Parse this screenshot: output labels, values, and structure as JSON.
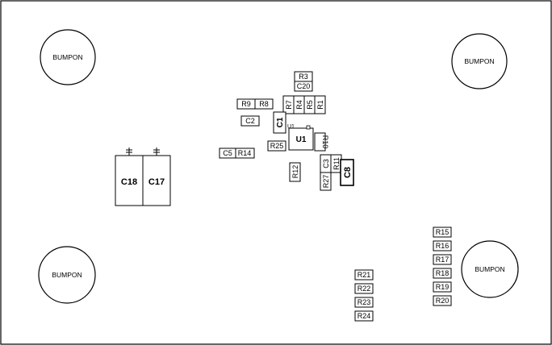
{
  "bumpons": {
    "top_left": "BUMPON",
    "top_right": "BUMPON",
    "bottom_left": "BUMPON",
    "bottom_right": "BUMPON"
  },
  "components": {
    "R3": "R3",
    "C20": "C20",
    "R9": "R9",
    "R8": "R8",
    "R7": "R7",
    "R4": "R4",
    "R5": "R5",
    "R1": "R1",
    "C2": "C2",
    "C1": "C1",
    "U1_ref": "U1",
    "U1": "U1",
    "R25": "R25",
    "R10": "R10",
    "C5": "C5",
    "R14": "R14",
    "R12": "R12",
    "C3": "C3",
    "R11": "R11",
    "C8": "C8",
    "R27": "R27",
    "C18": "C18",
    "C17": "C17",
    "R15": "R15",
    "R16": "R16",
    "R17": "R17",
    "R18": "R18",
    "R19": "R19",
    "R20": "R20",
    "R21": "R21",
    "R22": "R22",
    "R23": "R23",
    "R24": "R24"
  }
}
